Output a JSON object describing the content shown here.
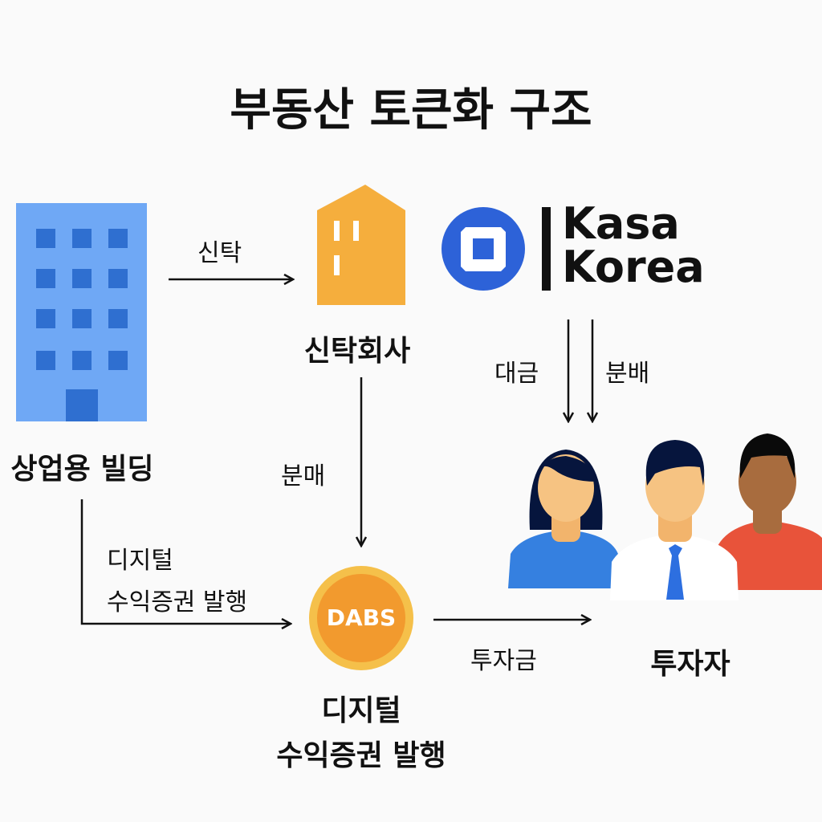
{
  "title": "부동산 토큰화 구조",
  "nodes": {
    "building": "상업용 빌딩",
    "trust_company": "신탁회사",
    "logo": {
      "line1": "Kasa",
      "line2": "Korea"
    },
    "token": {
      "coin_text": "DABS",
      "label_line1": "디지털",
      "label_line2": "수익증권 발행"
    },
    "investors": "투자자"
  },
  "edges": {
    "trust": "신탁",
    "sale": "분매",
    "issue_line1": "디지털",
    "issue_line2": "수익증권 발행",
    "investment": "투자금",
    "payment": "대금",
    "distribution": "분배"
  },
  "colors": {
    "building": "#6fa8f5",
    "house": "#f5ae3d",
    "logo": "#2d62d8",
    "coin": "#f5b840"
  }
}
